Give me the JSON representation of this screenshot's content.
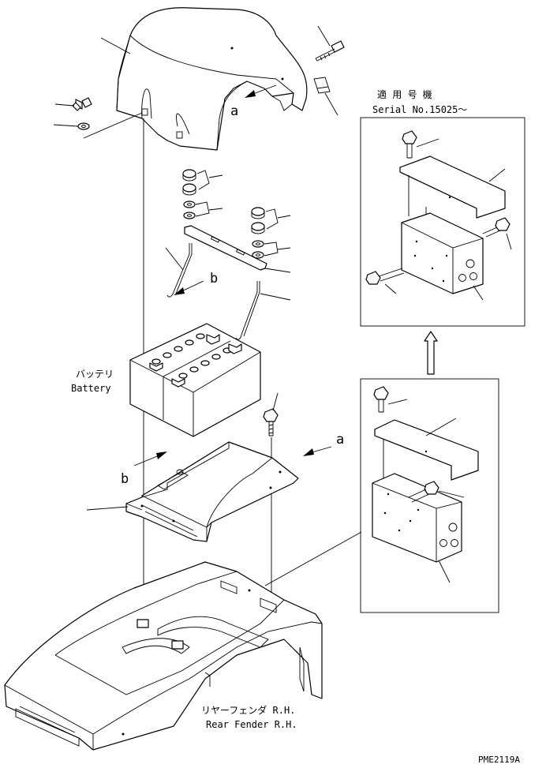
{
  "labels": {
    "battery_jp": "バッテリ",
    "battery_en": "Battery",
    "fender_jp": "リヤーフェンダ R.H.",
    "fender_en": "Rear Fender R.H.",
    "serial_jp": "適 用 号 機",
    "serial_en": "Serial No.15025～",
    "marker_a": "a",
    "marker_b": "b",
    "drawing_code": "PME2119A"
  }
}
